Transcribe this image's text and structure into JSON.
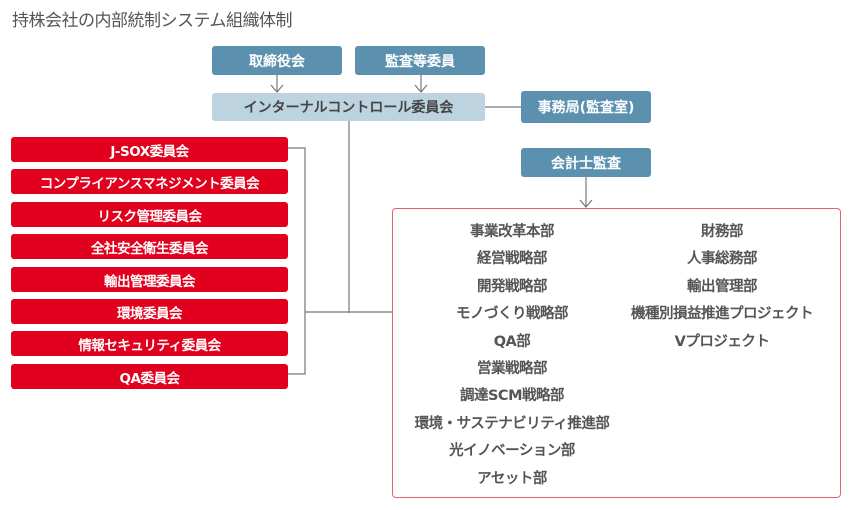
{
  "title": "持株会社の内部統制システム組織体制",
  "colors": {
    "board_blue": "#5b91af",
    "ic_lightblue": "#bdd3df",
    "committee_red": "#e1001e",
    "dept_border": "#e06470",
    "line_gray": "#777777"
  },
  "top": {
    "board": "取締役会",
    "audit_committee": "監査等委員"
  },
  "internal_control_committee": "インターナルコントロール委員会",
  "secretariat": "事務局(監査室)",
  "accounting_audit": "会計士監査",
  "committees": [
    "J-SOX委員会",
    "コンプライアンスマネジメント委員会",
    "リスク管理委員会",
    "全社安全衛生委員会",
    "輸出管理委員会",
    "環境委員会",
    "情報セキュリティ委員会",
    "QA委員会"
  ],
  "departments": {
    "left": [
      "事業改革本部",
      "経営戦略部",
      "開発戦略部",
      "モノづくり戦略部",
      "QA部",
      "営業戦略部",
      "調達SCM戦略部",
      "環境・サステナビリティ推進部",
      "光イノベーション部",
      "アセット部"
    ],
    "right": [
      "財務部",
      "人事総務部",
      "輸出管理部",
      "機種別損益推進プロジェクト",
      "Vプロジェクト"
    ]
  }
}
